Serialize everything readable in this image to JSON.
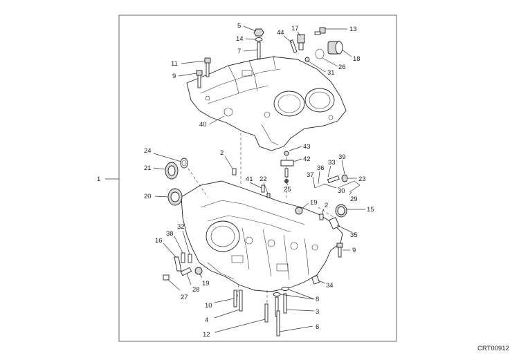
{
  "diagram": {
    "title": "Crankcase exploded view",
    "reference_code": "CRT00912",
    "assembly_label": "1",
    "callouts": {
      "c5": "5",
      "c14": "14",
      "c7": "7",
      "c44": "44",
      "c17": "17",
      "c13": "13",
      "c26": "26",
      "c18": "18",
      "c31": "31",
      "c11": "11",
      "c9a": "9",
      "c40": "40",
      "c43": "43",
      "c42": "42",
      "c25": "25",
      "c2a": "2",
      "c24": "24",
      "c21": "21",
      "c41": "41",
      "c22": "22",
      "c39": "39",
      "c33": "33",
      "c36": "36",
      "c37": "37",
      "c23": "23",
      "c30": "30",
      "c29": "29",
      "c20": "20",
      "c19a": "19",
      "c2b": "2",
      "c15": "15",
      "c35": "35",
      "c9b": "9",
      "c38": "38",
      "c32": "32",
      "c16": "16",
      "c28": "28",
      "c19b": "19",
      "c27": "27",
      "c34": "34",
      "c8": "8",
      "c10": "10",
      "c3": "3",
      "c4": "4",
      "c12": "12",
      "c6": "6"
    }
  }
}
